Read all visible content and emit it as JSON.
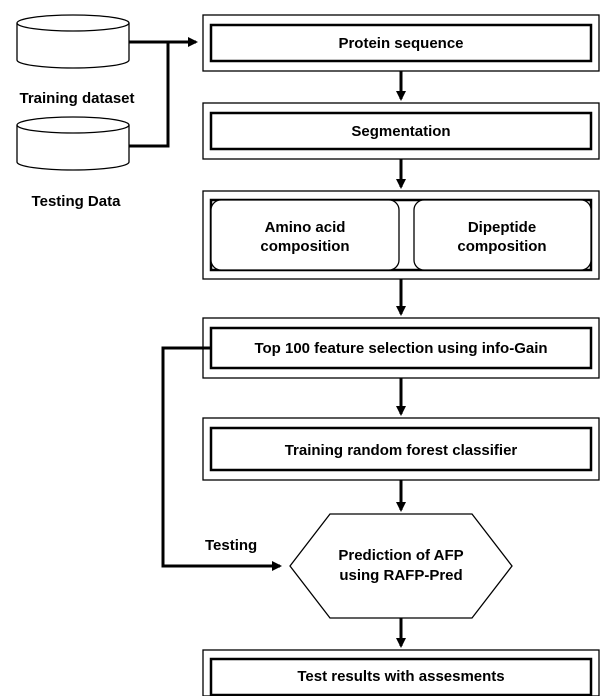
{
  "datasets": {
    "training": "Training dataset",
    "testing": "Testing Data"
  },
  "steps": {
    "protein_sequence": "Protein sequence",
    "segmentation": "Segmentation",
    "amino_acid_composition": [
      "Amino acid",
      "composition"
    ],
    "dipeptide_composition": [
      "Dipeptide",
      "composition"
    ],
    "feature_selection": "Top 100 feature selection using info-Gain",
    "training_classifier": "Training random forest classifier",
    "prediction": [
      "Prediction of AFP",
      "using RAFP-Pred"
    ],
    "results": "Test results with assesments"
  },
  "edge_labels": {
    "testing": "Testing"
  }
}
